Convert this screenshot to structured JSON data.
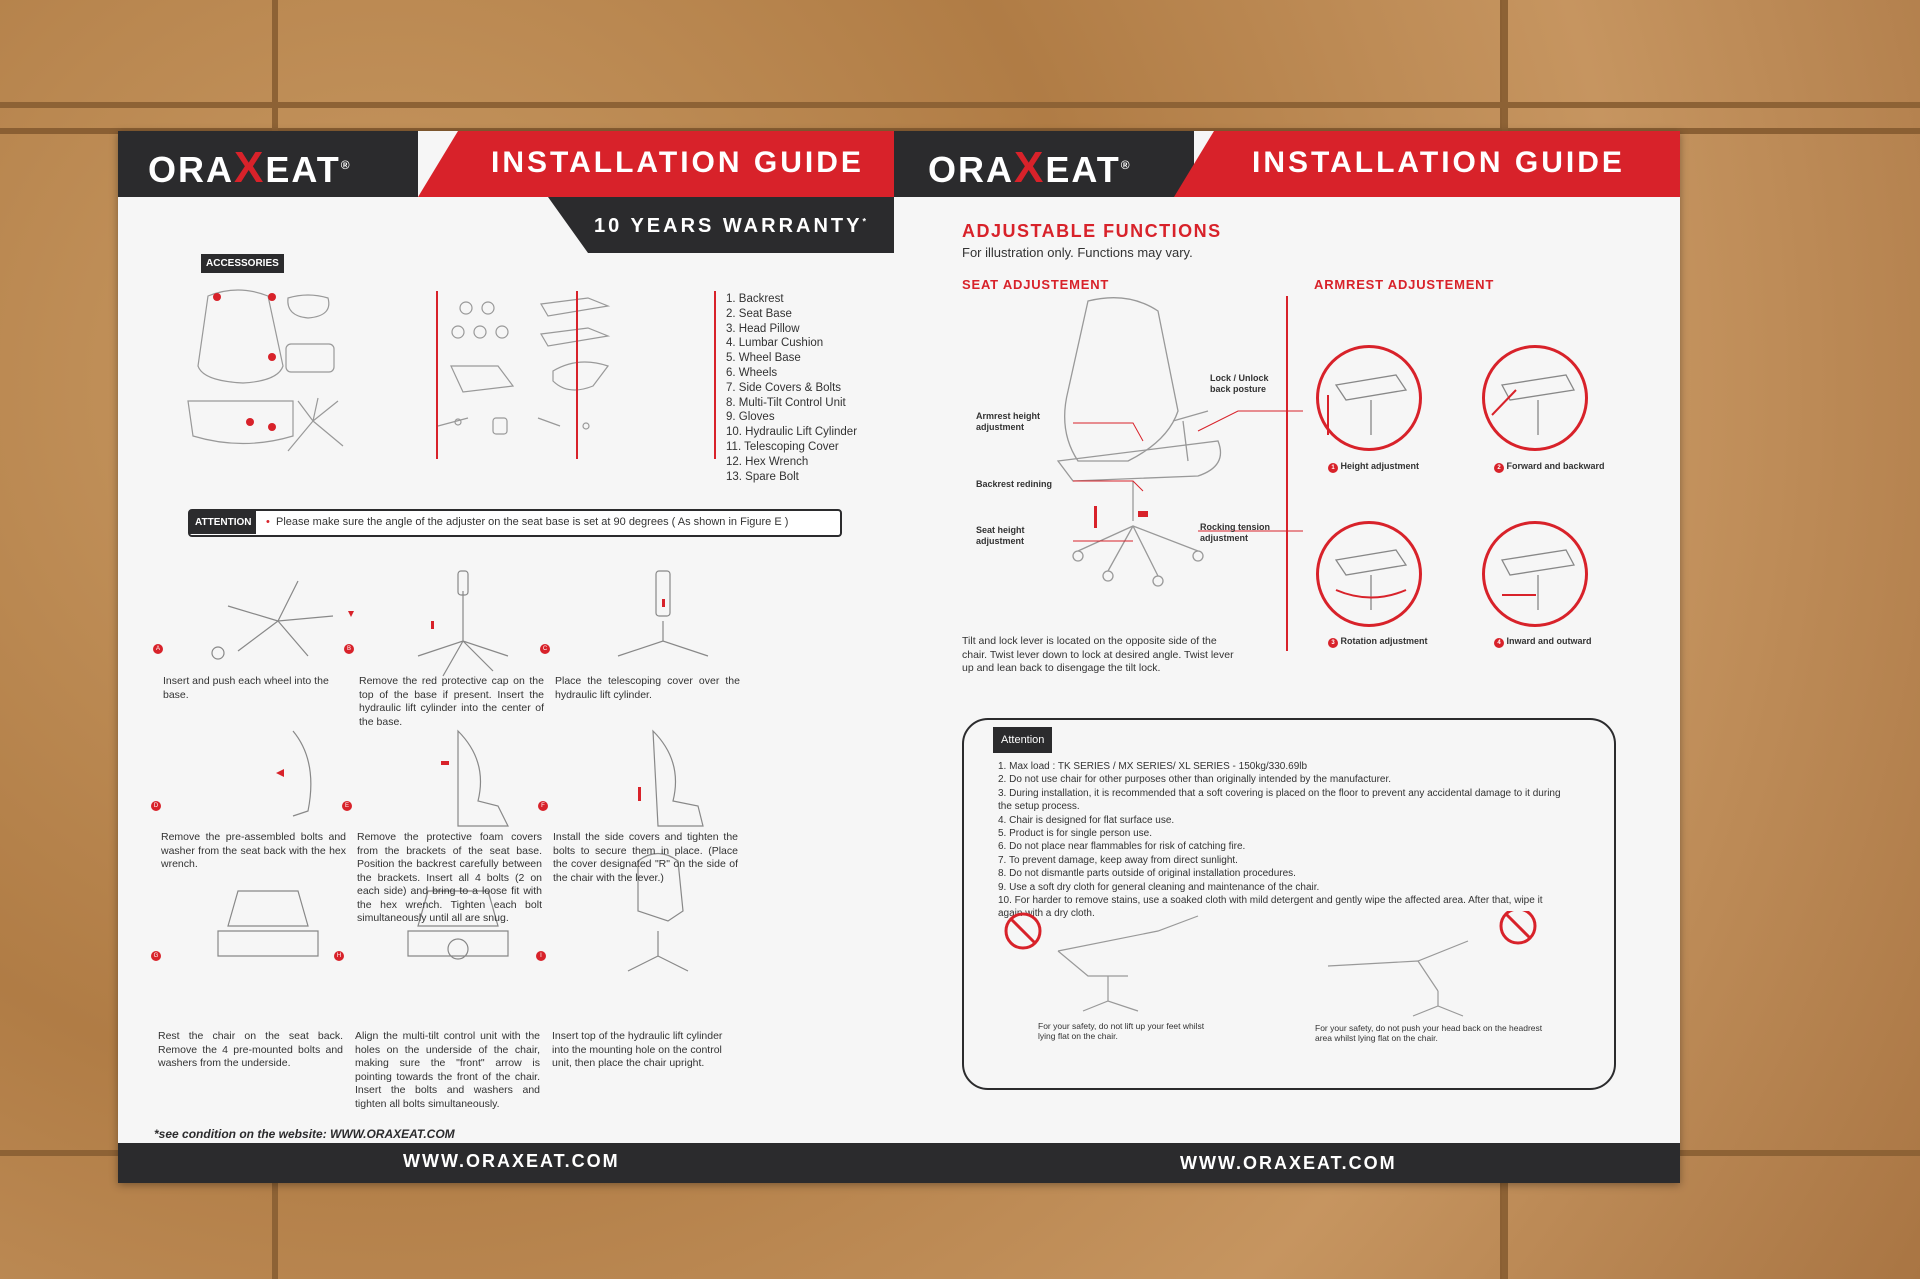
{
  "left": {
    "logo": {
      "pre": "ORA",
      "x": "X",
      "post": "EAT",
      "reg": "®"
    },
    "title": "INSTALLATION GUIDE",
    "warranty": "10 YEARS WARRANTY",
    "warranty_mark": "*",
    "accessories_tag": "ACCESSORIES",
    "parts": [
      "1. Backrest",
      "2. Seat Base",
      "3. Head Pillow",
      "4. Lumbar Cushion",
      "5. Wheel Base",
      "6. Wheels",
      "7. Side Covers & Bolts",
      "8. Multi-Tilt Control Unit",
      "9. Gloves",
      "10. Hydraulic Lift Cylinder",
      "11. Telescoping Cover",
      "12. Hex Wrench",
      "13. Spare Bolt"
    ],
    "attention_tag": "ATTENTION",
    "attention_bullet": "•",
    "attention_text": "Please make sure the angle of the adjuster on the seat base is set at 90 degrees ( As shown in Figure E )",
    "steps": [
      {
        "label": "A",
        "text": "Insert and push each wheel into the base."
      },
      {
        "label": "B",
        "text": "Remove the red protective cap on the top of the base if present. Insert the hydraulic lift cylinder into the center of the base."
      },
      {
        "label": "C",
        "text": "Place the telescoping cover over the hydraulic lift cylinder."
      },
      {
        "label": "D",
        "text": "Remove the pre-assembled bolts and washer from the seat back with the hex wrench."
      },
      {
        "label": "E",
        "text": "Remove the protective foam covers from the brackets of the seat base. Position the backrest carefully between the brackets. Insert all 4 bolts (2 on each side) and bring to a loose fit with the hex wrench. Tighten each bolt simultaneously until all are snug."
      },
      {
        "label": "F",
        "text": "Install the side covers and tighten the bolts to secure them in place. (Place the cover designated \"R\" on the side of the chair with the lever.)"
      },
      {
        "label": "G",
        "text": "Rest the chair on the seat back. Remove the 4 pre-mounted bolts and washers from the underside."
      },
      {
        "label": "H",
        "text": "Align the multi-tilt control unit with the holes on the underside of the chair, making sure the \"front\" arrow is pointing towards the front of the chair. Insert the bolts and washers and tighten all bolts simultaneously."
      },
      {
        "label": "I",
        "text": "Insert top of the hydraulic lift cylinder into the mounting hole on the control unit, then place the chair upright."
      }
    ],
    "condition_note": "*see condition on the website: WWW.ORAXEAT.COM",
    "footer": "WWW.ORAXEAT.COM"
  },
  "right": {
    "logo": {
      "pre": "ORA",
      "x": "X",
      "post": "EAT",
      "reg": "®"
    },
    "title": "INSTALLATION GUIDE",
    "functions_title": "ADJUSTABLE FUNCTIONS",
    "functions_sub": "For illustration only. Functions may vary.",
    "seat_title": "SEAT ADJUSTEMENT",
    "armrest_title": "ARMREST ADJUSTEMENT",
    "seat_labels": {
      "armrest_height": "Armrest height adjustment",
      "backrest": "Backrest redining",
      "seat_height": "Seat height adjustment",
      "lock": "Lock / Unlock back posture",
      "rocking": "Rocking tension adjustment"
    },
    "tilt_note": "Tilt and lock lever is located on the opposite side of the chair. Twist lever down to lock at desired angle. Twist lever up and lean back to disengage the tilt lock.",
    "arm_items": [
      {
        "n": "1",
        "label": "Height adjustment"
      },
      {
        "n": "2",
        "label": "Forward and backward"
      },
      {
        "n": "3",
        "label": "Rotation adjustment"
      },
      {
        "n": "4",
        "label": "Inward and outward"
      }
    ],
    "attention_tag": "Attention",
    "attention_items": [
      "1. Max load : TK SERIES / MX SERIES/ XL SERIES - 150kg/330.69lb",
      "2. Do not use chair for other purposes other than originally intended by the manufacturer.",
      "3. During installation, it is recommended that a soft covering is placed on the floor to prevent any accidental damage to it during the setup process.",
      "4. Chair is designed for flat surface use.",
      "5. Product is for single person use.",
      "6. Do not place near flammables for risk of catching fire.",
      "7. To prevent damage, keep away from direct sunlight.",
      "8. Do not dismantle parts outside of original installation procedures.",
      "9. Use a soft dry cloth for general cleaning and maintenance of the chair.",
      "10. For harder to remove stains, use a soaked cloth with mild detergent and gently wipe the affected area. After that, wipe it again with a dry cloth."
    ],
    "safety_feet": "For your safety, do not lift up your feet whilst lying flat on the chair.",
    "safety_head": "For your safety, do not push your head back on the headrest area whilst lying flat on the chair.",
    "footer": "WWW.ORAXEAT.COM"
  },
  "colors": {
    "red": "#d8222a",
    "dark": "#2b2b2d",
    "paper": "#f6f6f6"
  }
}
